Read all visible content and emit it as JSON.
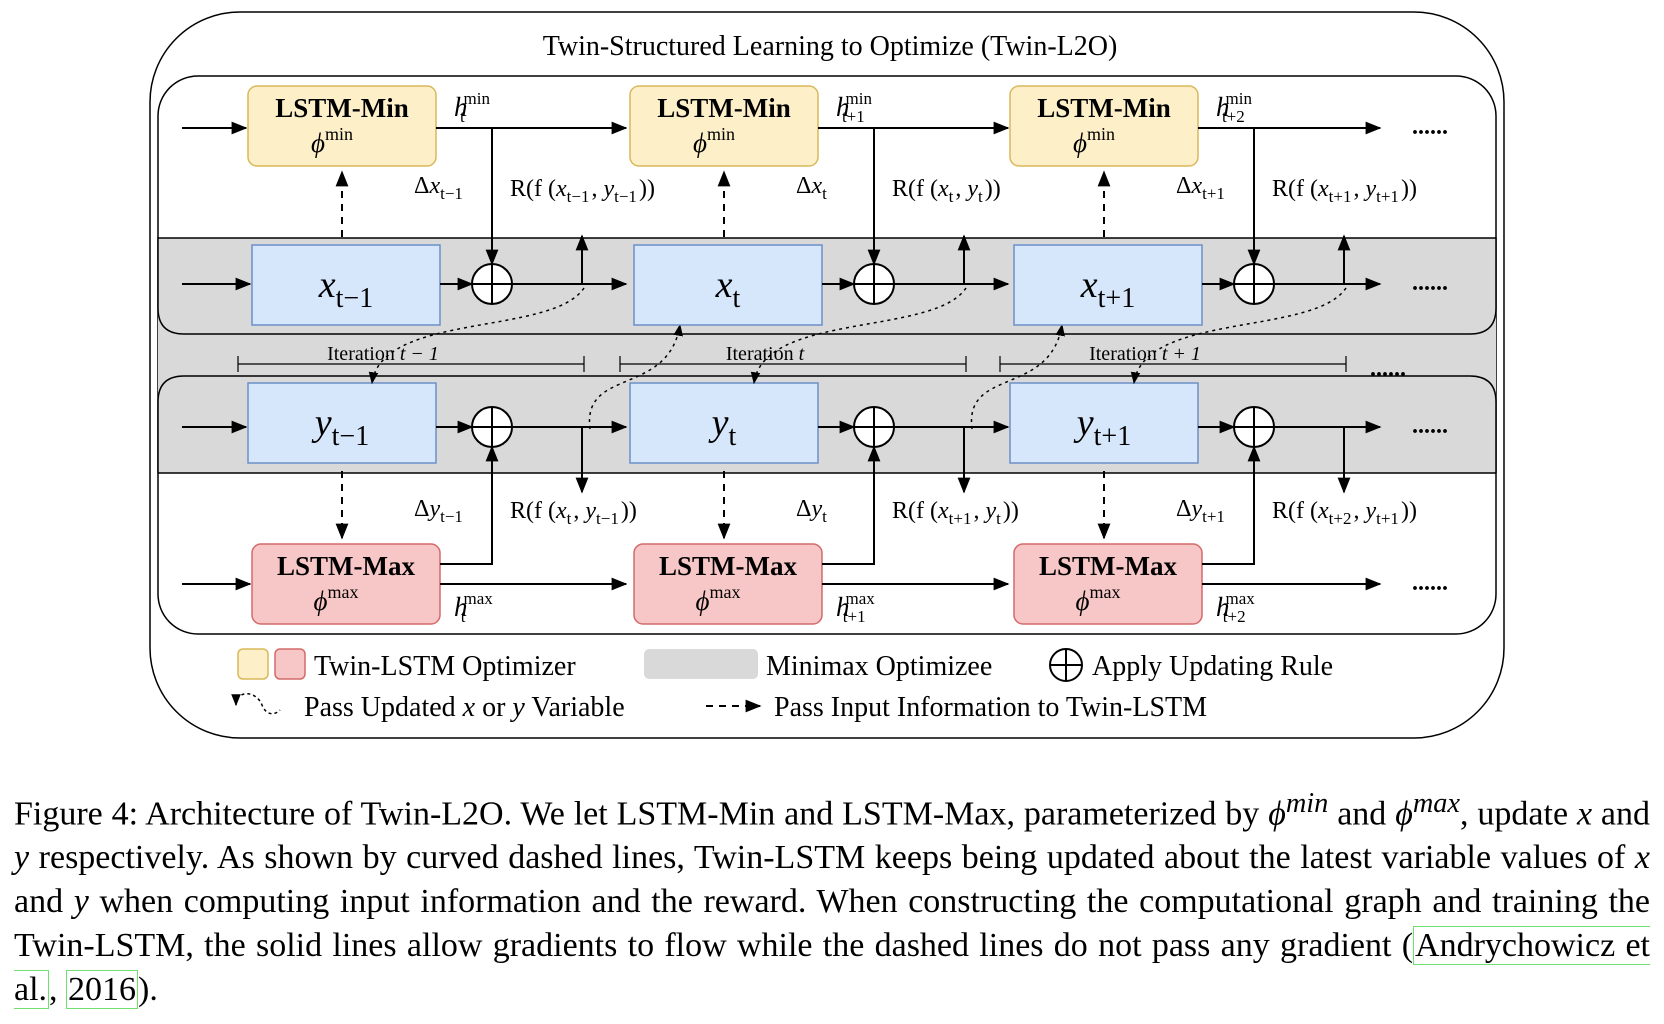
{
  "figure": {
    "title": "Twin-Structured Learning to Optimize (Twin-L2O)",
    "lstm_min_label": "LSTM-Min",
    "lstm_max_label": "LSTM-Max",
    "phi": "ϕ",
    "phi_min_sup": "min",
    "phi_max_sup": "max",
    "ellipsis": "......",
    "colors": {
      "lstm_min_fill": "#fdf0c8",
      "lstm_min_stroke": "#d9b85a",
      "lstm_max_fill": "#f7c6c6",
      "lstm_max_stroke": "#d46a6a",
      "var_fill": "#d6e6fb",
      "var_stroke": "#6c8fc7",
      "optimizee_band": "#d9d9d9"
    },
    "columns": [
      {
        "h_min_sub": "t",
        "h_max_sub": "t",
        "x_sub": "t−1",
        "y_sub": "t−1",
        "dx_sub": "t−1",
        "dy_sub": "t−1",
        "reward_x": "R(f (x_{t−1}, y_{t−1}))",
        "reward_y": "R(f (x_t, y_{t−1}))",
        "iteration": "Iteration t − 1"
      },
      {
        "h_min_sub": "t+1",
        "h_max_sub": "t+1",
        "x_sub": "t",
        "y_sub": "t",
        "dx_sub": "t",
        "dy_sub": "t",
        "reward_x": "R(f (x_t, y_t))",
        "reward_y": "R(f (x_{t+1}, y_t))",
        "iteration": "Iteration t"
      },
      {
        "h_min_sub": "t+2",
        "h_max_sub": "t+2",
        "x_sub": "t+1",
        "y_sub": "t+1",
        "dx_sub": "t+1",
        "dy_sub": "t+1",
        "reward_x": "R(f (x_{t+1}, y_{t+1}))",
        "reward_y": "R(f (x_{t+2}, y_{t+1}))",
        "iteration": "Iteration t + 1"
      }
    ],
    "legend": {
      "twin_lstm": "Twin-LSTM Optimizer",
      "minimax": "Minimax Optimizee",
      "apply_rule": "Apply Updating Rule",
      "pass_updated": "Pass Updated x or y Variable",
      "pass_input": "Pass Input Information to Twin-LSTM"
    }
  },
  "caption": {
    "figure_label": "Figure 4:",
    "p1": " Architecture of Twin-L2O. We let LSTM-Min and LSTM-Max, parameterized by ",
    "p2": " and ",
    "p3": ", update ",
    "p4": " and ",
    "p5": " respectively. As shown by curved dashed lines, Twin-LSTM keeps being updated about the latest variable values of ",
    "p6": " and ",
    "p7": " when computing input information and the reward. When constructing the computational graph and training the Twin-LSTM, the solid lines allow gradients to flow while the dashed lines do not pass any gradient (",
    "cite_author": "Andrychowicz et al.",
    "cite_sep": ", ",
    "cite_year": "2016",
    "p8": ").",
    "phi": "ϕ",
    "sup_min": "min",
    "sup_max": "max",
    "var_x": "x",
    "var_y": "y"
  }
}
